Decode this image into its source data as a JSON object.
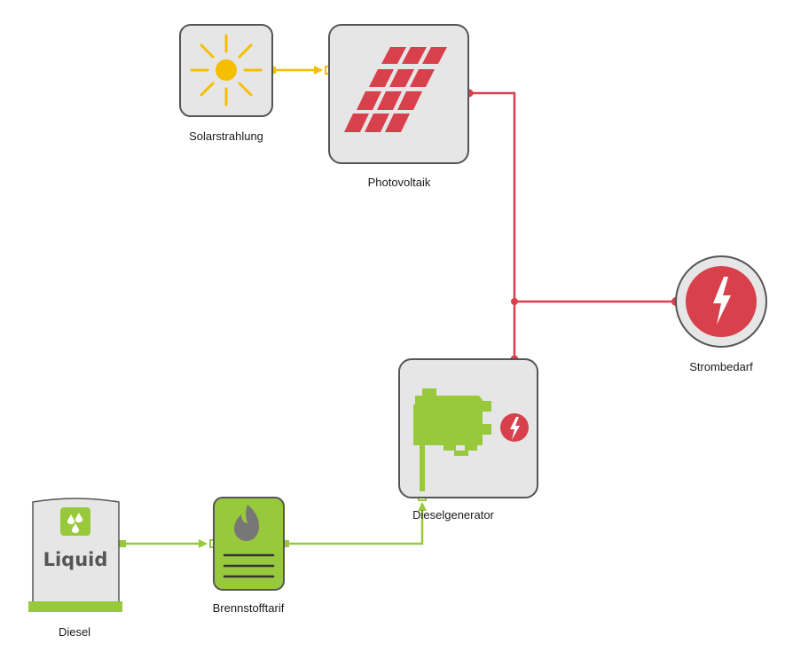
{
  "nodes": {
    "solar": {
      "label": "Solarstrahlung",
      "icon": "sun-icon"
    },
    "pv": {
      "label": "Photovoltaik",
      "icon": "solar-panel-icon"
    },
    "demand": {
      "label": "Strombedarf",
      "icon": "lightning-icon"
    },
    "generator": {
      "label": "Dieselgenerator",
      "icon": "engine-icon"
    },
    "tariff": {
      "label": "Brennstofftarif",
      "icon": "flame-icon"
    },
    "diesel": {
      "label": "Diesel",
      "tank_text": "Liquid",
      "icon": "droplets-icon"
    }
  },
  "connections": [
    {
      "from": "Solarstrahlung",
      "to": "Photovoltaik",
      "type": "solar"
    },
    {
      "from": "Photovoltaik",
      "to": "Strombedarf",
      "type": "electricity"
    },
    {
      "from": "Dieselgenerator",
      "to": "Strombedarf",
      "type": "electricity"
    },
    {
      "from": "Diesel",
      "to": "Brennstofftarif",
      "type": "fuel"
    },
    {
      "from": "Brennstofftarif",
      "to": "Dieselgenerator",
      "type": "fuel"
    }
  ],
  "colors": {
    "solar": "#f5bf00",
    "electricity": "#d8404c",
    "fuel": "#98c93c",
    "node_fill": "#e6e6e6",
    "node_border": "#555555"
  }
}
